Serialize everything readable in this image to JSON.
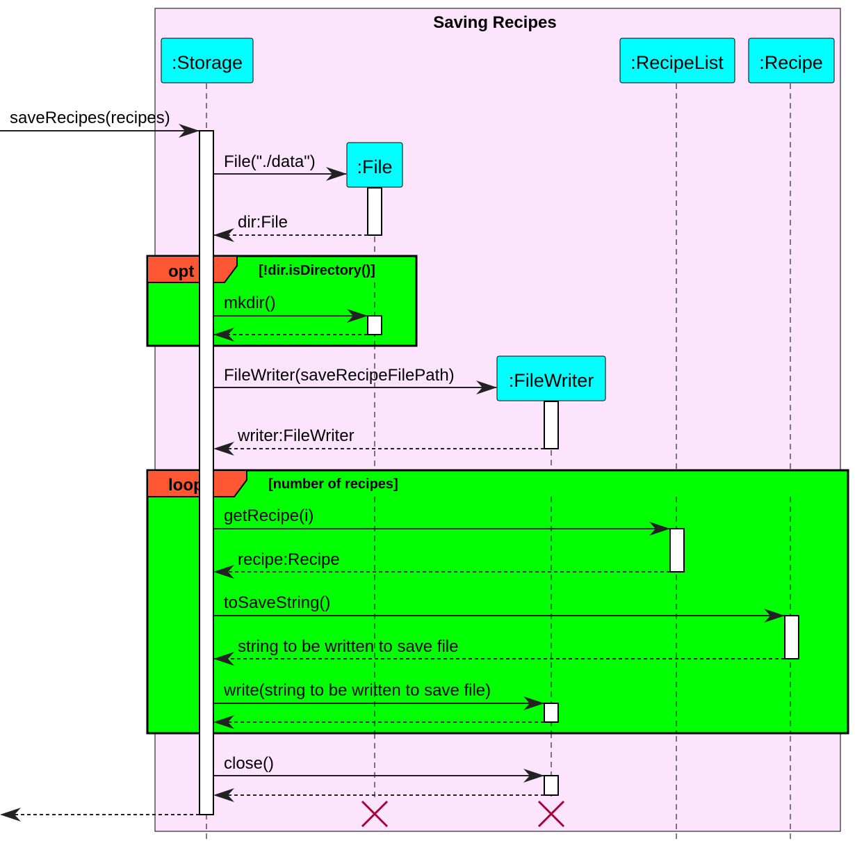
{
  "diagram": {
    "title": "Saving Recipes",
    "participants": {
      "storage": ":Storage",
      "file": ":File",
      "filewriter": ":FileWriter",
      "recipelist": ":RecipeList",
      "recipe": ":Recipe"
    },
    "frames": {
      "opt": {
        "keyword": "opt",
        "guard": "[!dir.isDirectory()]"
      },
      "loop": {
        "keyword": "loop",
        "guard": "[number of recipes]"
      }
    },
    "messages": {
      "save_recipes": "saveRecipes(recipes)",
      "create_file": "File(\"./data\")",
      "return_dir": "dir:File",
      "mkdir": "mkdir()",
      "create_writer": "FileWriter(saveRecipeFilePath)",
      "return_writer": "writer:FileWriter",
      "get_recipe": "getRecipe(i)",
      "return_recipe": "recipe:Recipe",
      "to_save_string": "toSaveString()",
      "return_string": "string to be written to save file",
      "write": "write(string to be written to save file)",
      "close": "close()"
    },
    "colors": {
      "background_box": "#FCE4FC",
      "participant_fill": "#00FFFF",
      "frame_fill": "#00FF00",
      "frame_tab": "#FF5733",
      "destroy": "#A80036"
    }
  }
}
